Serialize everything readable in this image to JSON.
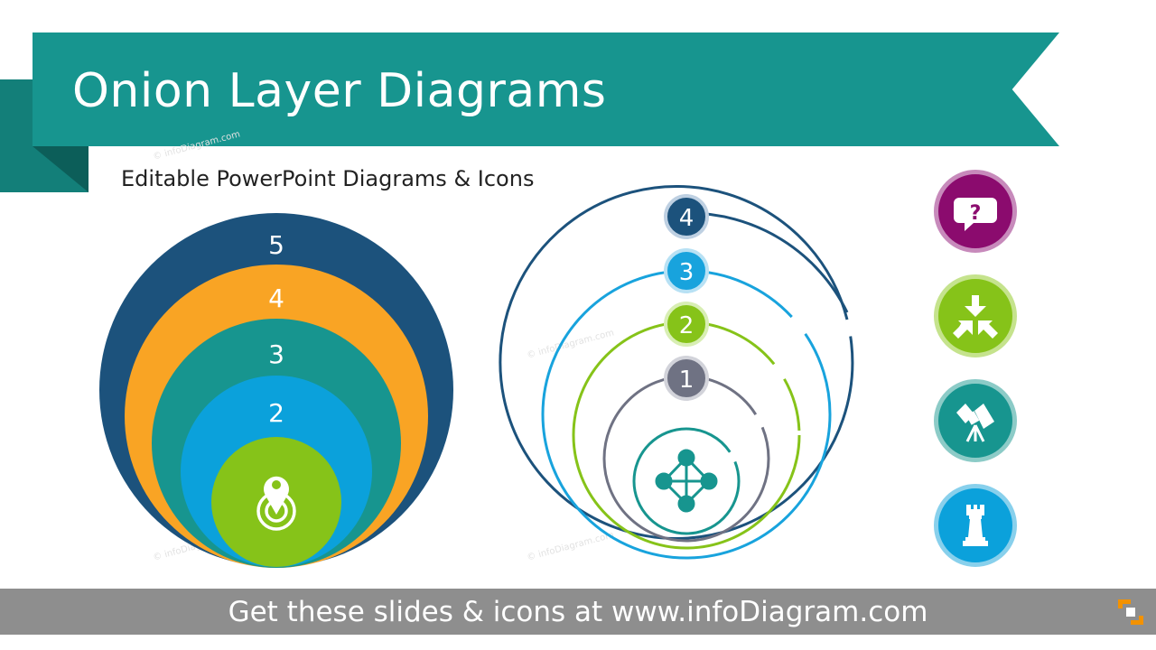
{
  "header": {
    "title": "Onion Layer Diagrams",
    "subtitle": "Editable PowerPoint Diagrams & Icons"
  },
  "left_diagram": {
    "layers": [
      {
        "label": "5",
        "color": "#1c527c"
      },
      {
        "label": "4",
        "color": "#f9a424"
      },
      {
        "label": "3",
        "color": "#17958f"
      },
      {
        "label": "2",
        "color": "#0ba1db"
      },
      {
        "label": "",
        "color": "#86c319",
        "icon": "location-target-icon"
      }
    ]
  },
  "right_diagram": {
    "rings": [
      {
        "label": "4",
        "color": "#1c527c"
      },
      {
        "label": "3",
        "color": "#18a3dd"
      },
      {
        "label": "2",
        "color": "#86c319"
      },
      {
        "label": "1",
        "color": "#6f7283"
      },
      {
        "label": "",
        "color": "#17958f",
        "icon": "network-icon"
      }
    ]
  },
  "side_icons": [
    {
      "icon": "question-bubble-icon",
      "color": "#8b0b6e"
    },
    {
      "icon": "converge-arrows-icon",
      "color": "#86c319"
    },
    {
      "icon": "telescope-icon",
      "color": "#17958f"
    },
    {
      "icon": "chess-rook-icon",
      "color": "#0ba1db"
    }
  ],
  "footer": {
    "text": "Get these slides & icons at www.infoDiagram.com"
  },
  "watermark": "© infoDiagram.com"
}
